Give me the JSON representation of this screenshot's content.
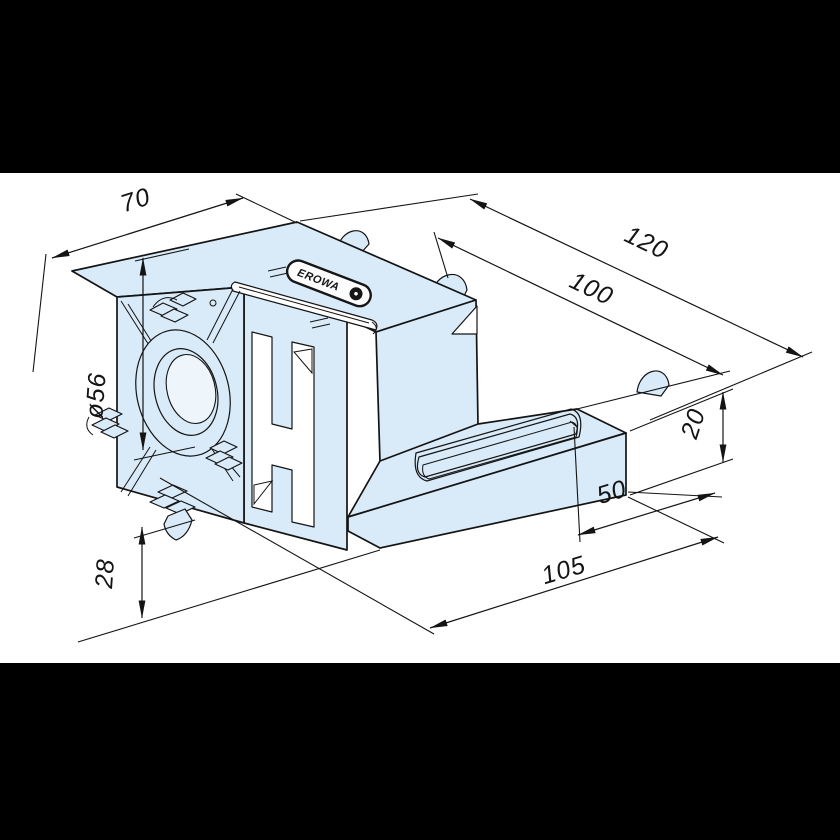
{
  "meta": {
    "kind": "technical-drawing",
    "subject": "clamping chuck with angle bracket, isometric view",
    "paper_color": "#ffffff",
    "letterbox_color": "#000000",
    "part_fill_color": "#d9eaf8",
    "line_color": "#141414"
  },
  "logo": {
    "text": "EROWA"
  },
  "dims": {
    "d70": {
      "label": "70"
    },
    "d120": {
      "label": "120"
    },
    "d100": {
      "label": "100"
    },
    "d56": {
      "label": "ø56"
    },
    "d20": {
      "label": "20"
    },
    "d50": {
      "label": "50"
    },
    "d105": {
      "label": "105"
    },
    "d28": {
      "label": "28"
    }
  }
}
